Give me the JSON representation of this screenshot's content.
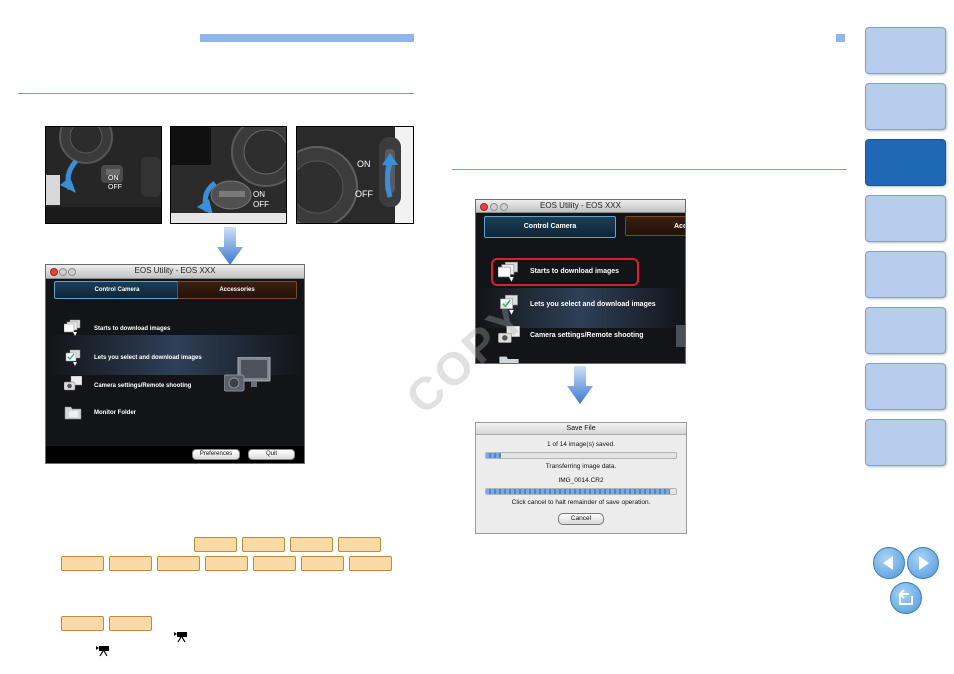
{
  "watermark": "COPY",
  "left_window": {
    "title": "EOS Utility - EOS XXX",
    "tabs": [
      "Control Camera",
      "Accessories"
    ],
    "items": [
      "Starts to download images",
      "Lets you select and download images",
      "Camera settings/Remote shooting",
      "Monitor Folder"
    ],
    "buttons": [
      "Preferences",
      "Quit"
    ]
  },
  "right_window": {
    "title": "EOS Utility - EOS XXX",
    "tabs": [
      "Control Camera",
      "Acc"
    ],
    "items": [
      "Starts to download images",
      "Lets you select and download images",
      "Camera settings/Remote shooting"
    ]
  },
  "save_dialog": {
    "title": "Save File",
    "count_text": "1 of 14 image(s) saved.",
    "status_text": "Transferring image data.",
    "filename": "IMG_0014.CR2",
    "hint_text": "Click cancel to halt remainder of save operation.",
    "cancel_label": "Cancel",
    "overall_progress": 0.08,
    "file_progress": 0.97
  },
  "camera_photo_labels": {
    "on": "ON",
    "off": "OFF"
  },
  "colors": {
    "accent_blue": "#8fb4ee",
    "nav_tab": "#b7cdee",
    "nav_tab_active": "#1f68b5",
    "badge": "#fbd9a6",
    "highlight_red": "#d8232a"
  },
  "icons": {
    "nav_prev": "left-arrow-icon",
    "nav_next": "right-arrow-icon",
    "nav_back": "return-icon",
    "movie": "movie-camera-icon"
  }
}
